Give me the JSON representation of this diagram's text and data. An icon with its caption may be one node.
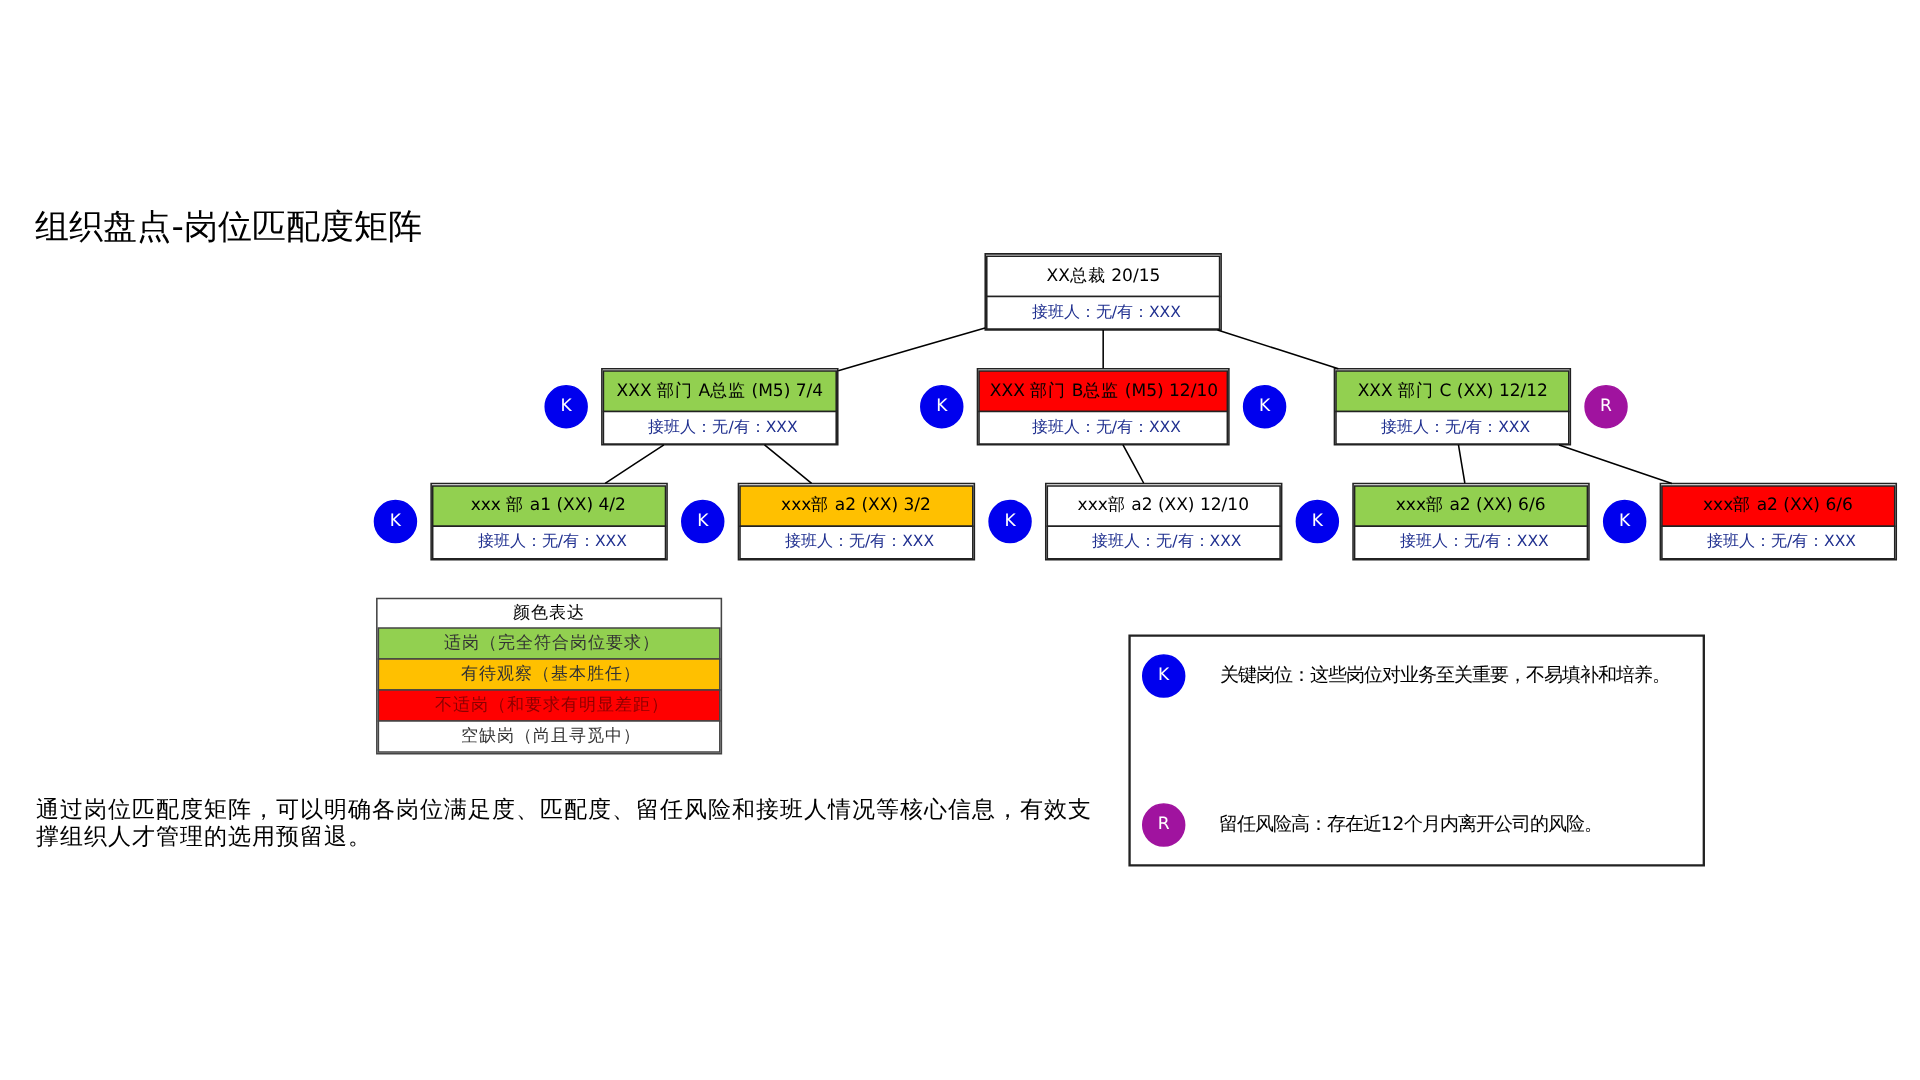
{
  "diagram": {
    "title": "组织盘点-岗位匹配度矩阵",
    "caption": "通过岗位匹配度矩阵，可以明确各岗位满足度、匹配度、留任风险和接班人情况等核心信息，有效支撑组织人才管理的选用预留退。",
    "nodes": [
      {
        "text": [
          "XX总裁 20/15",
          "接班人：无/有：XXX"
        ]
      },
      {
        "text": [
          "XXX 部门 A总监 (M5) 7/4",
          "接班人：无/有：XXX"
        ]
      },
      {
        "text": [
          "XXX 部门 B总监 (M5) 12/10",
          "接班人：无/有：XXX"
        ]
      },
      {
        "text": [
          "XXX 部门 C (XX) 12/12",
          "接班人：无/有：XXX"
        ]
      },
      {
        "text": [
          "xxx 部 a1 (XX) 4/2",
          "接班人：无/有：XXX"
        ]
      },
      {
        "text": [
          "xxx部 a2 (XX) 3/2",
          "接班人：无/有：XXX"
        ]
      },
      {
        "text": [
          "xxx部 a2 (XX) 12/10",
          "接班人：无/有：XXX"
        ]
      },
      {
        "text": [
          "xxx部 a2 (XX) 6/6",
          "接班人：无/有：XXX"
        ]
      },
      {
        "text": [
          "xxx部 a2 (XX) 6/6",
          "接班人：无/有：XXX"
        ]
      },
      {
        "text": [
          "K"
        ]
      },
      {
        "text": [
          "K"
        ]
      },
      {
        "text": [
          "K"
        ]
      },
      {
        "text": [
          "R"
        ]
      },
      {
        "text": [
          "K"
        ]
      },
      {
        "text": [
          "K"
        ]
      },
      {
        "text": [
          "K"
        ]
      },
      {
        "text": [
          "K"
        ]
      },
      {
        "text": [
          "K"
        ]
      },
      {
        "text": [],
        "shape": "box"
      },
      {
        "text": [
          "K"
        ],
        "in": 18,
        "beside": [
          "关键岗位：这些岗位对业务至关重要，不易填补和培养。"
        ]
      },
      {
        "text": [
          "R"
        ],
        "in": 18,
        "beside": [
          "留任风险高：存在近12个月内离开公司的风险。"
        ]
      }
    ],
    "edges": [
      {
        "from": 0,
        "to": 1,
        "arrow": "none"
      },
      {
        "from": 0,
        "to": 2,
        "arrow": "none"
      },
      {
        "from": 0,
        "to": 3,
        "arrow": "none"
      },
      {
        "from": 1,
        "to": 4,
        "arrow": "none"
      },
      {
        "from": 1,
        "to": 5,
        "arrow": "none"
      },
      {
        "from": 2,
        "to": 6,
        "arrow": "none"
      },
      {
        "from": 3,
        "to": 7,
        "arrow": "none"
      },
      {
        "from": 3,
        "to": 8,
        "arrow": "none"
      }
    ],
    "labels": [
      "颜色表达"
    ],
    "legend": [
      {
        "text": "适岗（完全符合岗位要求）",
        "color": "#92d050"
      },
      {
        "text": "有待观察（基本胜任）",
        "color": "#ffc000"
      },
      {
        "text": "不适岗（和要求有明显差距）",
        "color": "#ff0000"
      },
      {
        "text": "空缺岗（尚且寻觅中）",
        "color": "#ffffff"
      }
    ]
  }
}
